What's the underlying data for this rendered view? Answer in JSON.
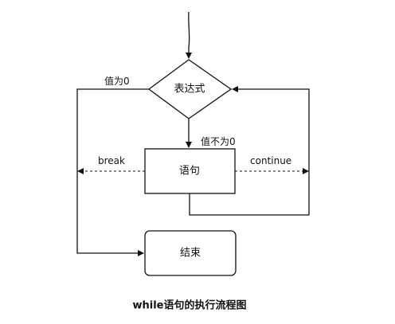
{
  "nodes": {
    "condition": "表达式",
    "statement": "语句",
    "end": "结束"
  },
  "edges": {
    "false_label": "值为0",
    "true_label": "值不为0",
    "break_label": "break",
    "continue_label": "continue"
  },
  "caption": "while语句的执行流程图"
}
